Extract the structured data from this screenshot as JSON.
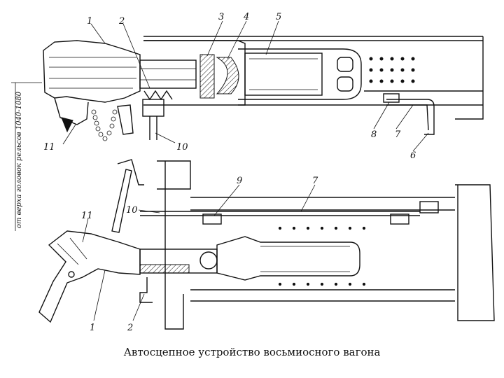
{
  "caption": "Автосцепное устройство восьмиосного вагона",
  "height_label": "от верха головок рельсов 1040-1080",
  "callouts": {
    "top": [
      "1",
      "2",
      "3",
      "4",
      "5",
      "6",
      "7",
      "8",
      "10",
      "11"
    ],
    "bottom": [
      "1",
      "2",
      "7",
      "9",
      "10",
      "11"
    ]
  }
}
